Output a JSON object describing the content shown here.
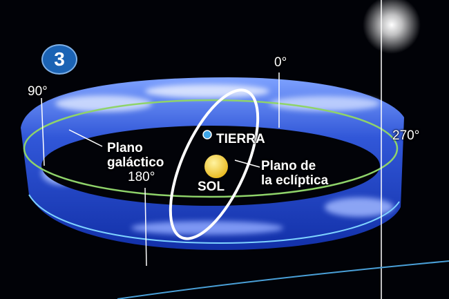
{
  "badge": {
    "number": "3"
  },
  "angles": {
    "a0": "0°",
    "a90": "90°",
    "a180": "180°",
    "a270": "270°"
  },
  "labels": {
    "earth": "TIERRA",
    "sun": "SOL",
    "galactic_plane": {
      "line1": "Plano",
      "line2": "galáctico"
    },
    "ecliptic_plane": {
      "line1": "Plano de",
      "line2": "la eclíptica"
    }
  },
  "colors": {
    "background": "#010207",
    "milky_way_band": "#2f58d6",
    "galactic_line": "#8fd36a",
    "ecliptic_orbit": "#ffffff",
    "sun": "#f2cf2a",
    "earth": "#3fa6e8",
    "badge": "#1b63b4"
  }
}
